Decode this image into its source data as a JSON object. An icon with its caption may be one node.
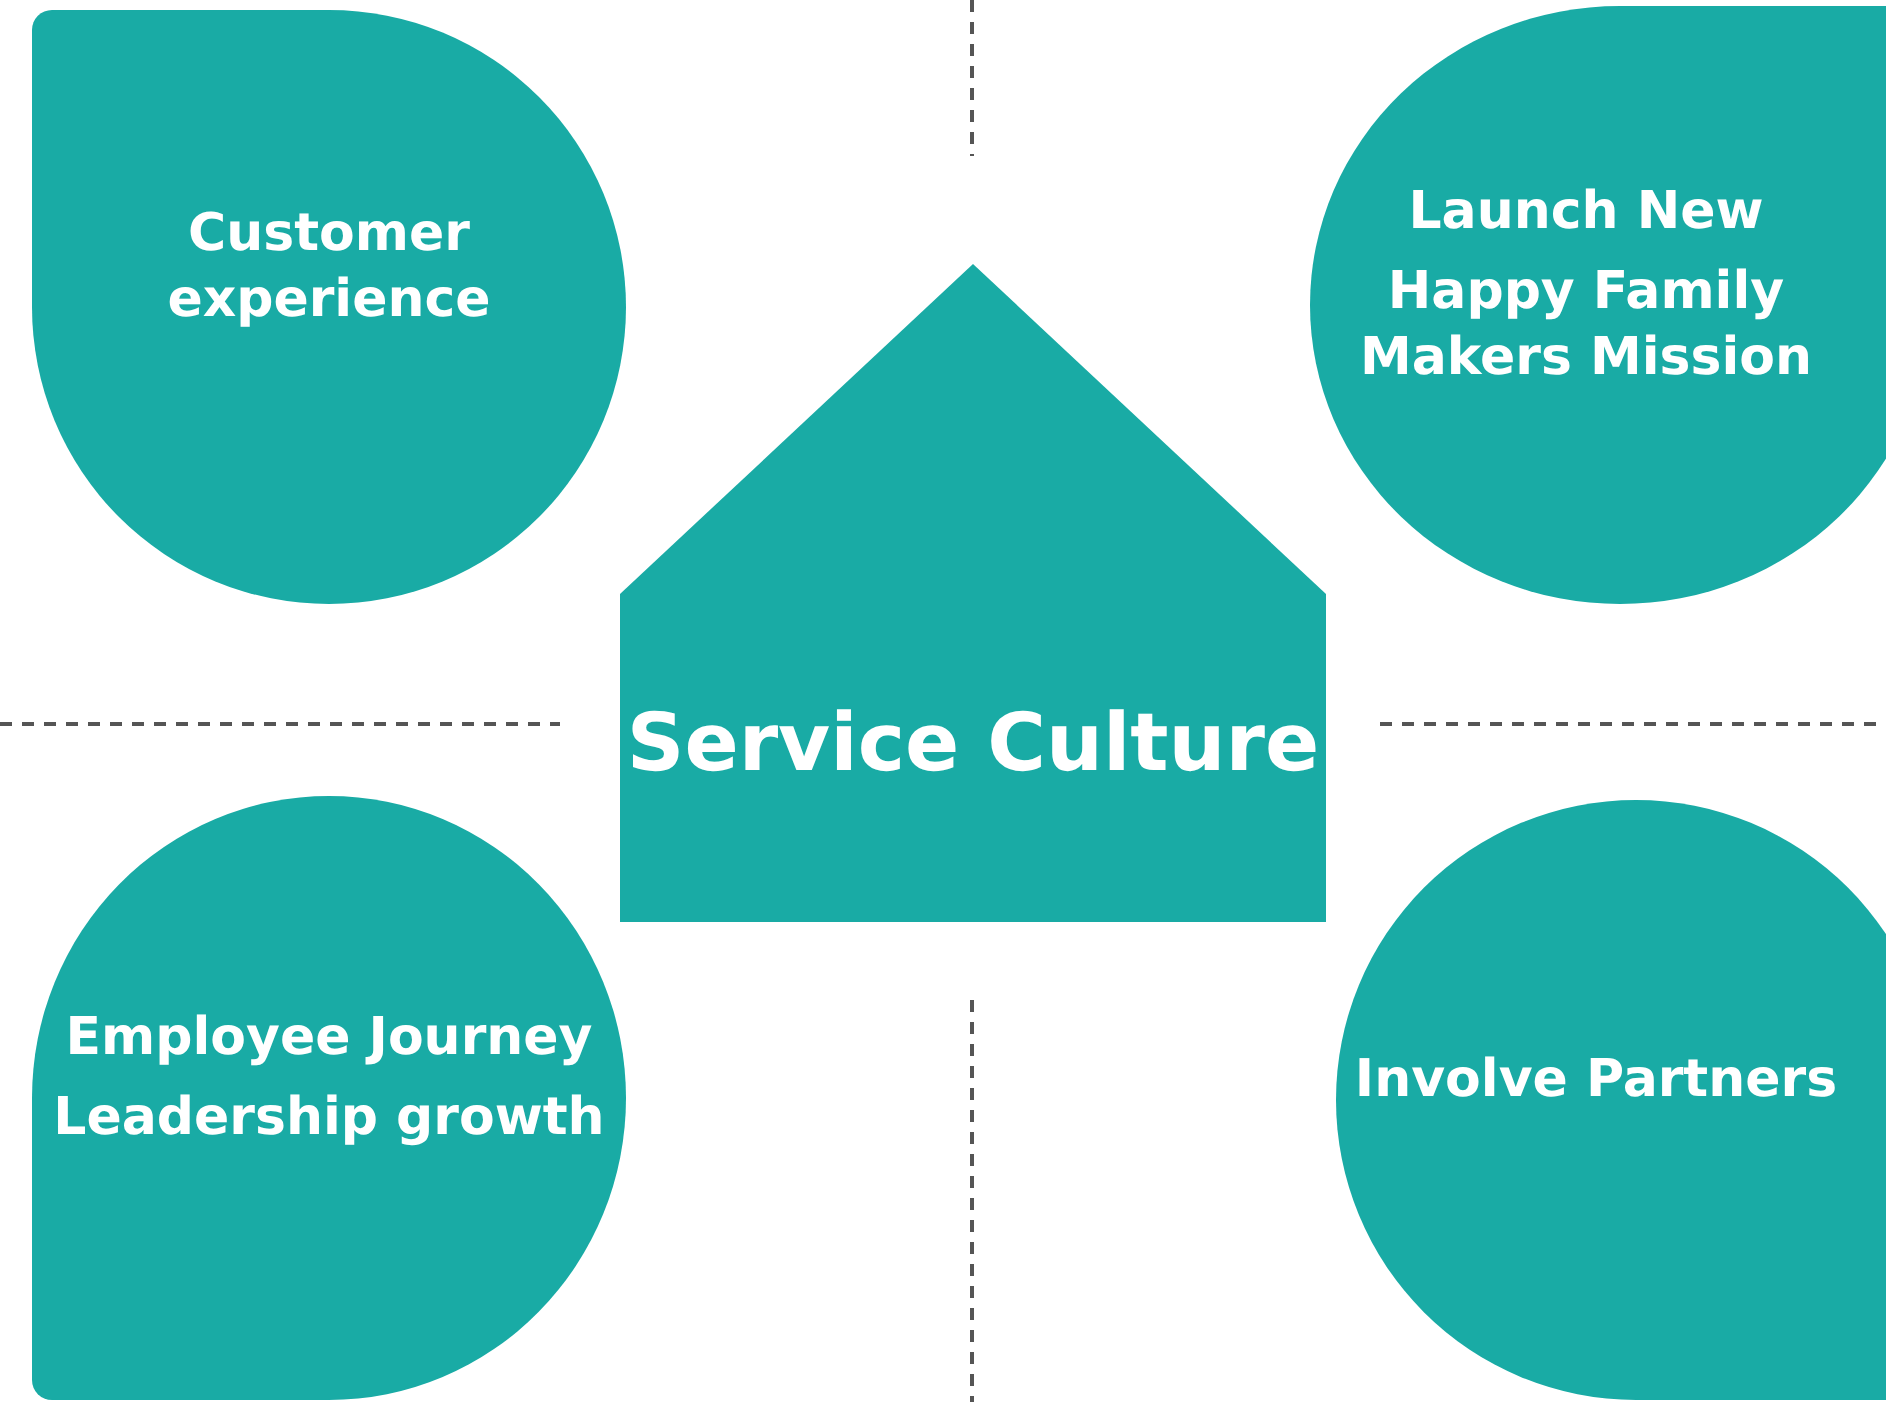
{
  "diagram": {
    "nodes": [
      {
        "text": [
          "Customer experience"
        ]
      },
      {
        "text": [
          "Launch New",
          "Happy Family Makers Mission"
        ]
      },
      {
        "text": [
          "Service Culture"
        ]
      },
      {
        "text": [
          "Employee Journey",
          "Leadership growth"
        ]
      },
      {
        "text": [
          "Involve Partners"
        ]
      }
    ],
    "edges": []
  }
}
